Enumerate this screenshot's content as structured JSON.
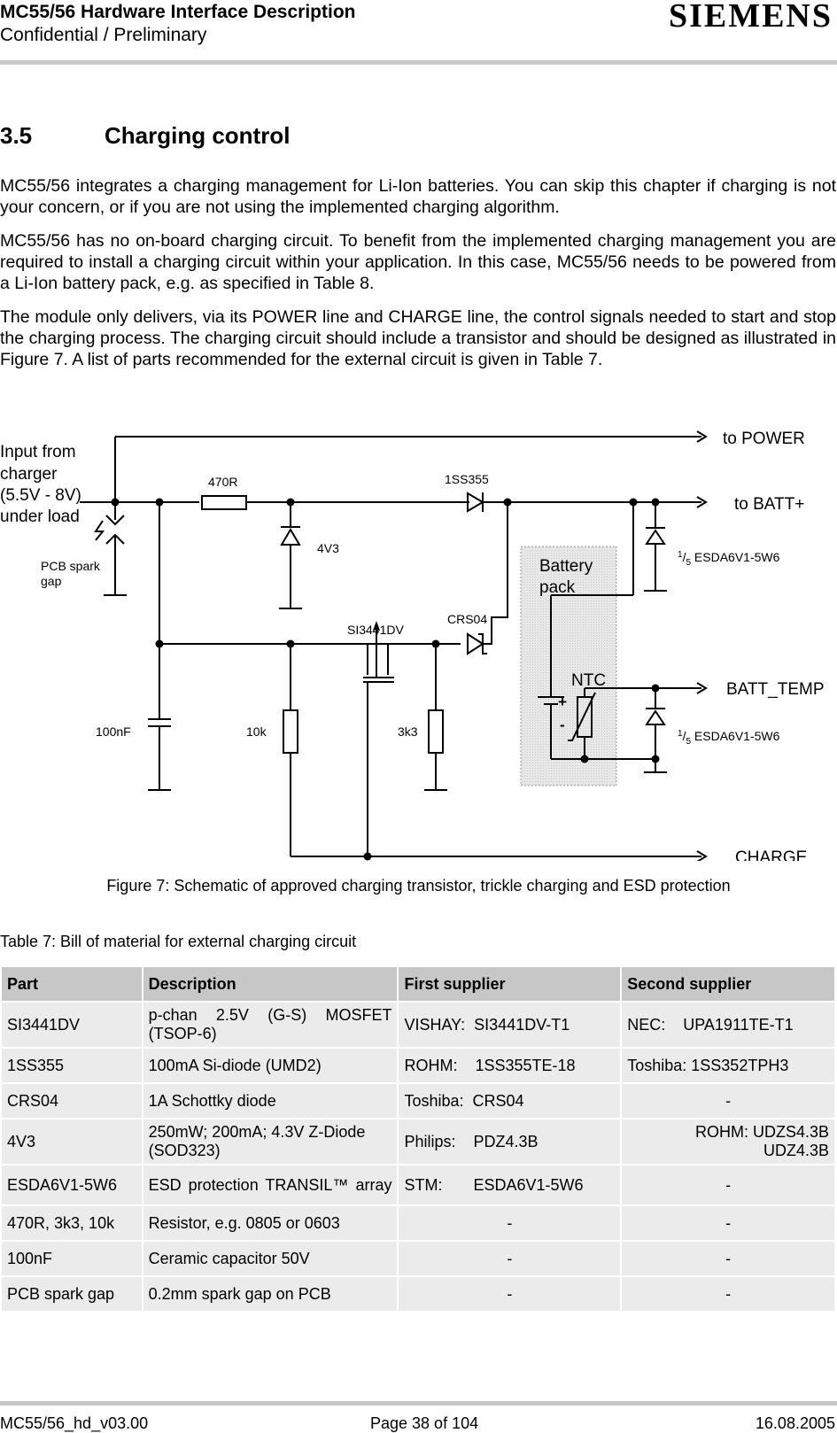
{
  "header": {
    "title": "MC55/56 Hardware Interface Description",
    "subtitle": "Confidential / Preliminary",
    "brand": "SIEMENS"
  },
  "section": {
    "number": "3.5",
    "title": "Charging control"
  },
  "paragraphs": [
    "MC55/56 integrates a charging management for Li-Ion batteries. You can skip this chapter if charging is not your concern, or if you are not using the implemented charging algorithm.",
    "MC55/56 has no on-board charging circuit. To benefit from the implemented charging management you are required to install a charging circuit within your application. In this case, MC55/56 needs to be powered from a Li-Ion battery pack, e.g. as specified in Table 8.",
    "The module only delivers, via its POWER line and CHARGE line, the control signals needed to start and stop the charging process. The charging circuit should include a transistor and should be designed as illustrated in Figure 7. A list of parts recommended for the external circuit is given in Table 7."
  ],
  "schematic": {
    "input_lines": [
      "Input from",
      "charger",
      "(5.5V - 8V)",
      "under load"
    ],
    "spark_gap": [
      "PCB spark",
      "gap"
    ],
    "to_power": "to POWER",
    "to_batt": "to BATT+",
    "batt_temp": "BATT_TEMP",
    "charge": "CHARGE",
    "r470": "470R",
    "d1ss355": "1SS355",
    "z4v3": "4V3",
    "battery_pack": [
      "Battery",
      "pack"
    ],
    "esd_sup": "1",
    "esd_sub": "5",
    "esd_part": " ESDA6V1-5W6",
    "crs04": "CRS04",
    "mosfet": "SI3441DV",
    "ntc": "NTC",
    "c100nf": "100nF",
    "r10k": "10k",
    "r3k3": "3k3",
    "plus": "+",
    "minus": "-"
  },
  "figure_caption": "Figure 7: Schematic of approved charging transistor, trickle charging and ESD protection",
  "table_caption": "Table 7: Bill of material for external charging circuit",
  "table": {
    "headers": [
      "Part",
      "Description",
      "First supplier",
      "Second supplier"
    ],
    "rows": [
      [
        "SI3441DV",
        "p-chan 2.5V (G-S) MOSFET (TSOP-6)",
        "VISHAY:  SI3441DV-T1",
        "NEC:    UPA1911TE-T1"
      ],
      [
        "1SS355",
        "100mA Si-diode (UMD2)",
        "ROHM:    1SS355TE-18",
        "Toshiba: 1SS352TPH3"
      ],
      [
        "CRS04",
        "1A Schottky diode",
        "Toshiba:  CRS04",
        "-"
      ],
      [
        "4V3",
        "250mW; 200mA; 4.3V Z-Diode (SOD323)",
        "Philips:    PDZ4.3B",
        "ROHM:          UDZS4.3B UDZ4.3B"
      ],
      [
        "ESDA6V1-5W6",
        "ESD protection TRANSIL™ array",
        "STM:       ESDA6V1-5W6",
        "-"
      ],
      [
        "470R, 3k3, 10k",
        "Resistor, e.g. 0805 or 0603",
        "-",
        "-"
      ],
      [
        "100nF",
        "Ceramic capacitor 50V",
        "-",
        "-"
      ],
      [
        "PCB spark gap",
        "0.2mm spark gap on PCB",
        "-",
        "-"
      ]
    ]
  },
  "footer": {
    "left": "MC55/56_hd_v03.00",
    "middle": "Page 38 of 104",
    "right": "16.08.2005"
  }
}
